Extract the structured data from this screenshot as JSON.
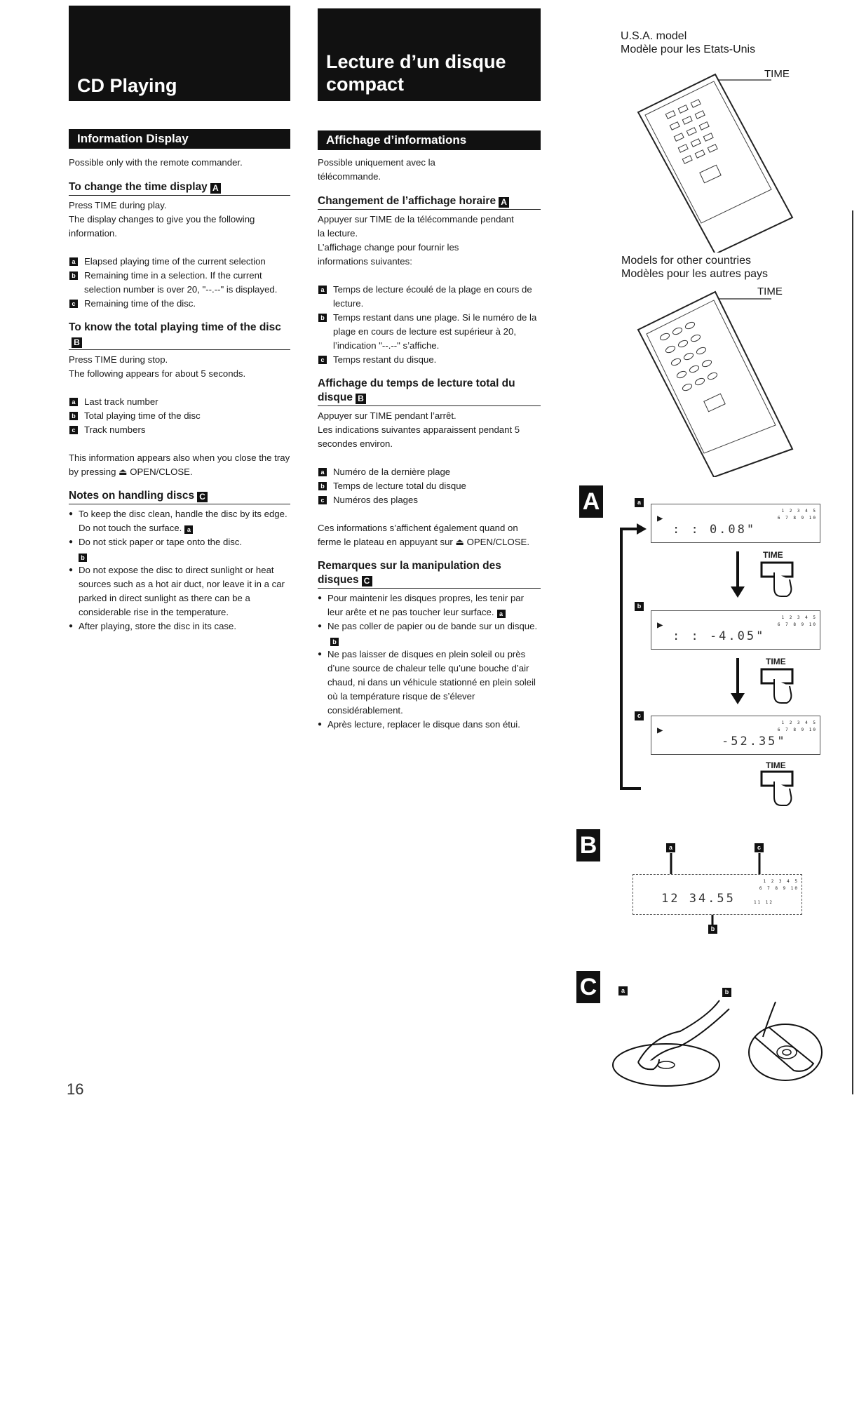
{
  "en": {
    "header": "CD Playing",
    "section": "Information Display",
    "intro": "Possible only with the remote commander.",
    "change": {
      "title": "To change the time display",
      "badge": "A",
      "lines": [
        "Press TIME during play.",
        "The display changes to give you the following information."
      ],
      "items": [
        {
          "badge": "a",
          "text": "Elapsed playing time of the current selection"
        },
        {
          "badge": "b",
          "text": "Remaining time in a selection. If the current selection number is over 20, \"--.--\" is displayed."
        },
        {
          "badge": "c",
          "text": "Remaining time of the disc."
        }
      ]
    },
    "total": {
      "title": "To know the total playing time of the disc",
      "badge": "B",
      "lines": [
        "Press TIME during stop.",
        "The following appears for about 5 seconds."
      ],
      "items": [
        {
          "badge": "a",
          "text": "Last track number"
        },
        {
          "badge": "b",
          "text": "Total playing time of the disc"
        },
        {
          "badge": "c",
          "text": "Track numbers"
        }
      ],
      "note": "This information appears also when you close the tray by pressing ⏏ OPEN/CLOSE."
    },
    "handling": {
      "title": "Notes on handling discs",
      "badge": "C",
      "bullets": [
        {
          "text": "To keep the disc clean, handle the disc by its edge. Do not touch the surface.",
          "badge": "a"
        },
        {
          "text": "Do not stick paper or tape onto the disc.",
          "badge": "b"
        },
        {
          "text": "Do not expose the disc to direct sunlight or heat sources such as a hot air duct, nor leave it in a car parked in direct sunlight as there can be a considerable rise in the temperature.",
          "badge": ""
        },
        {
          "text": "After playing, store the disc in its case.",
          "badge": ""
        }
      ]
    }
  },
  "fr": {
    "header_line1": "Lecture d’un disque",
    "header_line2": "compact",
    "section": "Affichage d’informations",
    "intro": "Possible uniquement avec la télécommande.",
    "change": {
      "title": "Changement de l’affichage horaire",
      "badge": "A",
      "lines": [
        "Appuyer sur TIME de la télécommande pendant la lecture.",
        "L’affichage change pour fournir les informations suivantes:"
      ],
      "items": [
        {
          "badge": "a",
          "text": "Temps de lecture écoulé de la plage en cours de lecture."
        },
        {
          "badge": "b",
          "text": "Temps restant dans une plage. Si le numéro de la plage en cours de lecture est supérieur à 20, l’indication \"--.--\" s’affiche."
        },
        {
          "badge": "c",
          "text": "Temps restant du disque."
        }
      ]
    },
    "total": {
      "title": "Affichage du temps de lecture total du disque",
      "badge": "B",
      "lines": [
        "Appuyer sur TIME pendant l’arrêt.",
        "Les indications suivantes apparaissent pendant 5 secondes environ."
      ],
      "items": [
        {
          "badge": "a",
          "text": "Numéro de la dernière plage"
        },
        {
          "badge": "b",
          "text": "Temps de lecture total du disque"
        },
        {
          "badge": "c",
          "text": "Numéros des plages"
        }
      ],
      "note": "Ces informations s’affichent également quand on ferme le plateau en appuyant sur ⏏ OPEN/CLOSE."
    },
    "handling": {
      "title": "Remarques sur la manipulation des disques",
      "badge": "C",
      "bullets": [
        {
          "text": "Pour maintenir les disques propres, les tenir par leur arête et ne pas toucher leur surface.",
          "badge": "a"
        },
        {
          "text": "Ne pas coller de papier ou de bande sur un disque.",
          "badge": "b"
        },
        {
          "text": "Ne pas laisser de disques en plein soleil ou près d’une source de chaleur telle qu’une bouche d’air chaud, ni dans un véhicule stationné en plein soleil où la température risque de s’élever considérablement.",
          "badge": ""
        },
        {
          "text": "Après lecture, replacer le disque dans son étui.",
          "badge": ""
        }
      ]
    }
  },
  "figures": {
    "usa_en": "U.S.A. model",
    "usa_fr": "Modèle pour les Etats-Unis",
    "other_en": "Models for other countries",
    "other_fr": "Modèles pour les autres pays",
    "time": "TIME",
    "fig_a": "A",
    "fig_b": "B",
    "fig_c": "C",
    "badge_a": "a",
    "badge_b": "b",
    "badge_c": "c",
    "lcd_a": ": : 0.08\"",
    "lcd_b": ": : -4.05\"",
    "lcd_c": "-52.35\"",
    "lcd_total": "12 34.55",
    "track_row1": "1 2 3 4 5",
    "track_row2": "6 7 8 9 10",
    "track_row3": "11 12"
  },
  "page_number": "16"
}
